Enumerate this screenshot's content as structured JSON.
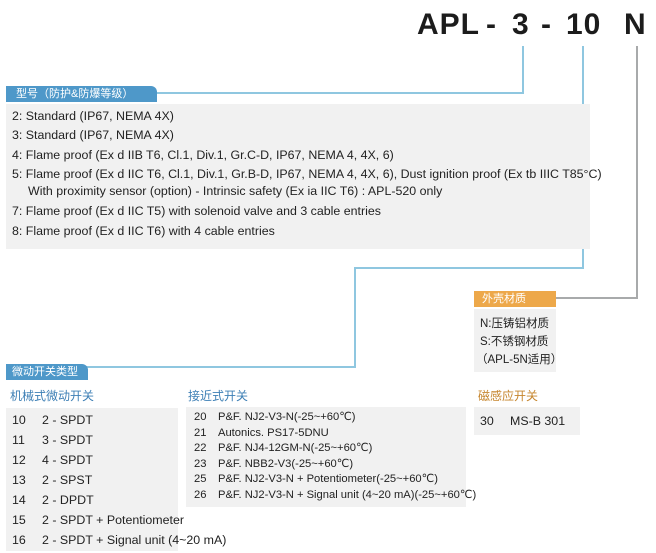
{
  "model_code": {
    "prefix": "APL",
    "dash1": "-",
    "dash2": "-",
    "part1": "3",
    "part2": "10",
    "part3": "N"
  },
  "model_section": {
    "label": "型号（防护&防爆等级）",
    "items": [
      "2: Standard (IP67, NEMA 4X)",
      "3: Standard (IP67, NEMA 4X)",
      "4: Flame proof (Ex d IIB T6, Cl.1, Div.1, Gr.C-D, IP67, NEMA 4, 4X, 6)",
      "5: Flame proof (Ex d IIC T6, Cl.1, Div.1, Gr.B-D, IP67, NEMA 4, 4X, 6), Dust ignition proof (Ex tb IIIC T85°C)",
      "With proximity sensor (option) - Intrinsic safety (Ex ia IIC T6) : APL-520 only",
      "7: Flame proof (Ex d IIC T5) with solenoid valve and 3 cable entries",
      "8: Flame proof (Ex d IIC T6) with 4 cable entries"
    ]
  },
  "housing_section": {
    "label": "外壳材质",
    "items": [
      "N:压铸铝材质",
      "S:不锈钢材质",
      "（APL-5N适用）"
    ]
  },
  "switch_section": {
    "label": "微动开关类型",
    "mechanical": {
      "title": "机械式微动开关",
      "rows": [
        {
          "code": "10",
          "desc": "2 - SPDT"
        },
        {
          "code": "11",
          "desc": "3 - SPDT"
        },
        {
          "code": "12",
          "desc": "4 - SPDT"
        },
        {
          "code": "13",
          "desc": "2 - SPST"
        },
        {
          "code": "14",
          "desc": "2 - DPDT"
        },
        {
          "code": "15",
          "desc": "2 - SPDT + Potentiometer"
        },
        {
          "code": "16",
          "desc": "2 - SPDT + Signal unit (4~20 mA)"
        }
      ]
    },
    "proximity": {
      "title": "接近式开关",
      "rows": [
        {
          "code": "20",
          "desc": "P&F. NJ2-V3-N(-25~+60℃)"
        },
        {
          "code": "21",
          "desc": "Autonics. PS17-5DNU"
        },
        {
          "code": "22",
          "desc": "P&F. NJ4-12GM-N(-25~+60℃)"
        },
        {
          "code": "23",
          "desc": "P&F. NBB2-V3(-25~+60℃)"
        },
        {
          "code": "25",
          "desc": "P&F. NJ2-V3-N + Potentiometer(-25~+60℃)"
        },
        {
          "code": "26",
          "desc": "P&F. NJ2-V3-N + Signal unit (4~20 mA)(-25~+60℃)"
        }
      ]
    },
    "magnetic": {
      "title": "磁感应开关",
      "rows": [
        {
          "code": "30",
          "desc": "MS-B 301"
        }
      ]
    }
  },
  "colors": {
    "blue_label": "#4e98c9",
    "orange_label": "#eda84a",
    "connector_line": "#8fc7e0",
    "housing_line": "#a8aaab",
    "panel": "#f1f1f1"
  }
}
